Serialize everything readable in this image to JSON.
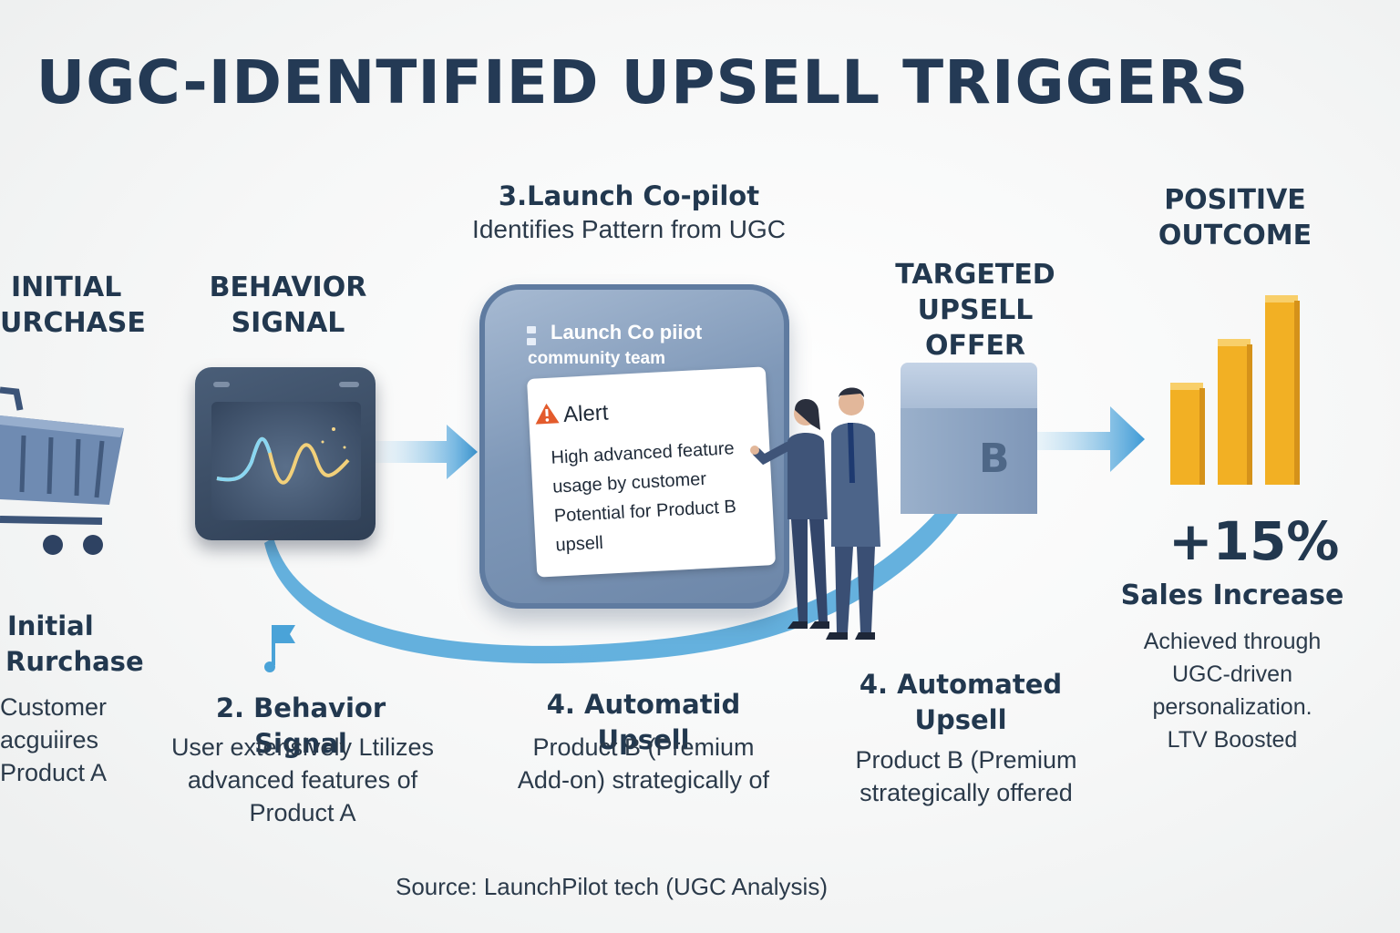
{
  "title": "UGC-IDENTIFIED UPSELL TRIGGERS",
  "step1": {
    "heading_line1": "INITIAL",
    "heading_line2": "URCHASE",
    "title_line1": "Initial",
    "title_line2": "Rurchase",
    "desc_line1": "Customer",
    "desc_line2": "acguiires",
    "desc_line3": "Product A",
    "icon": "shopping-cart-icon"
  },
  "step2": {
    "heading_line1": "BEHAVIOR",
    "heading_line2": "SIGNAL",
    "title": "2. Behavior Signal",
    "desc_line1": "User extensively Ltilizes",
    "desc_line2": "advanced features of",
    "desc_line3": "Product A",
    "icon": "waveform-screen-icon"
  },
  "step3": {
    "heading": "3.Launch Co-pilot",
    "subheading": "Identifies Pattern from UGC",
    "panel_title": "Launch Co piiot",
    "panel_subtitle": "community team",
    "alert_title": "Alert",
    "alert_line1": "High advanced feature",
    "alert_line2": "usage by customer",
    "alert_line3": "Potential for Product B",
    "alert_line4": "upsell"
  },
  "step4a": {
    "title": "4. Automatid Upsell",
    "desc_line1": "Product B (Premium",
    "desc_line2": "Add-on) strategically of"
  },
  "offer": {
    "heading_line1": "TARGETED",
    "heading_line2": "UPSELL OFFER",
    "box_letter": "B"
  },
  "step4b": {
    "title_line1": "4. Automated",
    "title_line2": "Upsell",
    "desc_line1": "Product B (Premium",
    "desc_line2": "strategically offered"
  },
  "outcome": {
    "heading_line1": "POSITIVE",
    "heading_line2": "OUTCOME",
    "big_value": "+15%",
    "metric": "Sales Increase",
    "desc_line1": "Achieved through",
    "desc_line2": "UGC-driven personalization.",
    "desc_line3": "LTV Boosted"
  },
  "source": "Source:  LaunchPilot tech (UGC Analysis)",
  "colors": {
    "title": "#243a55",
    "flow_arrow": "#4aa3d8",
    "panel": "#7f98b8",
    "bars": "#f2b024",
    "alert_icon": "#e35b2c"
  }
}
